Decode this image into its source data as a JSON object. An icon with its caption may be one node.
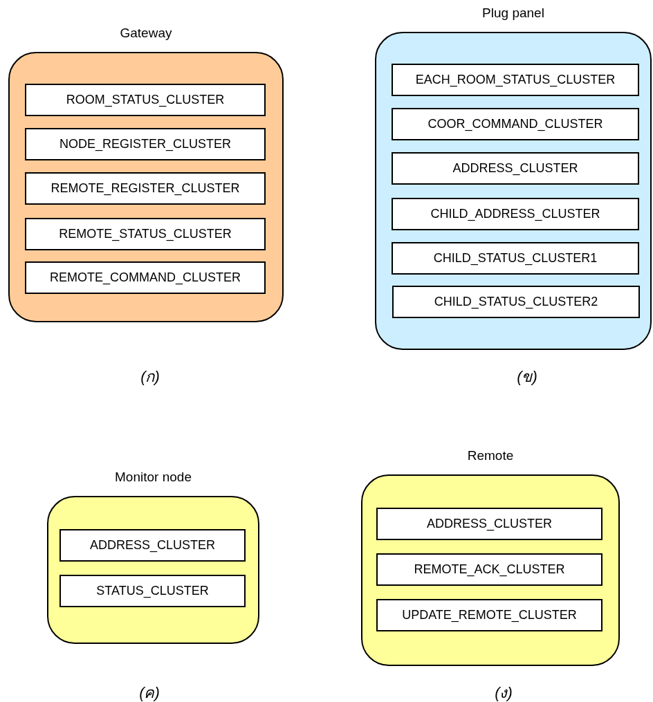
{
  "diagram": {
    "nodes": [
      {
        "text": [
          "Gateway"
        ],
        "beside": [
          "(ก)"
        ]
      },
      {
        "text": [
          "ROOM_STATUS_CLUSTER"
        ],
        "in": 0
      },
      {
        "text": [
          "NODE_REGISTER_CLUSTER"
        ],
        "in": 0
      },
      {
        "text": [
          "REMOTE_REGISTER_CLUSTER"
        ],
        "in": 0
      },
      {
        "text": [
          "REMOTE_STATUS_CLUSTER"
        ],
        "in": 0
      },
      {
        "text": [
          "REMOTE_COMMAND_CLUSTER"
        ],
        "in": 0
      },
      {
        "text": [
          "Plug panel"
        ],
        "beside": [
          "(ข)"
        ]
      },
      {
        "text": [
          "EACH_ROOM_STATUS_CLUSTER"
        ],
        "in": 6
      },
      {
        "text": [
          "COOR_COMMAND_CLUSTER"
        ],
        "in": 6
      },
      {
        "text": [
          "ADDRESS_CLUSTER"
        ],
        "in": 6
      },
      {
        "text": [
          "CHILD_ADDRESS_CLUSTER"
        ],
        "in": 6
      },
      {
        "text": [
          "CHILD_STATUS_CLUSTER1"
        ],
        "in": 6
      },
      {
        "text": [
          "CHILD_STATUS_CLUSTER2"
        ],
        "in": 6
      },
      {
        "text": [
          "Monitor node"
        ],
        "beside": [
          "(ค)"
        ]
      },
      {
        "text": [
          "ADDRESS_CLUSTER"
        ],
        "in": 13
      },
      {
        "text": [
          "STATUS_CLUSTER"
        ],
        "in": 13
      },
      {
        "text": [
          "Remote"
        ],
        "beside": [
          "(ง)"
        ]
      },
      {
        "text": [
          "ADDRESS_CLUSTER"
        ],
        "in": 16
      },
      {
        "text": [
          "REMOTE_ACK_CLUSTER"
        ],
        "in": 16
      },
      {
        "text": [
          "UPDATE_REMOTE_CLUSTER"
        ],
        "in": 16
      }
    ]
  }
}
